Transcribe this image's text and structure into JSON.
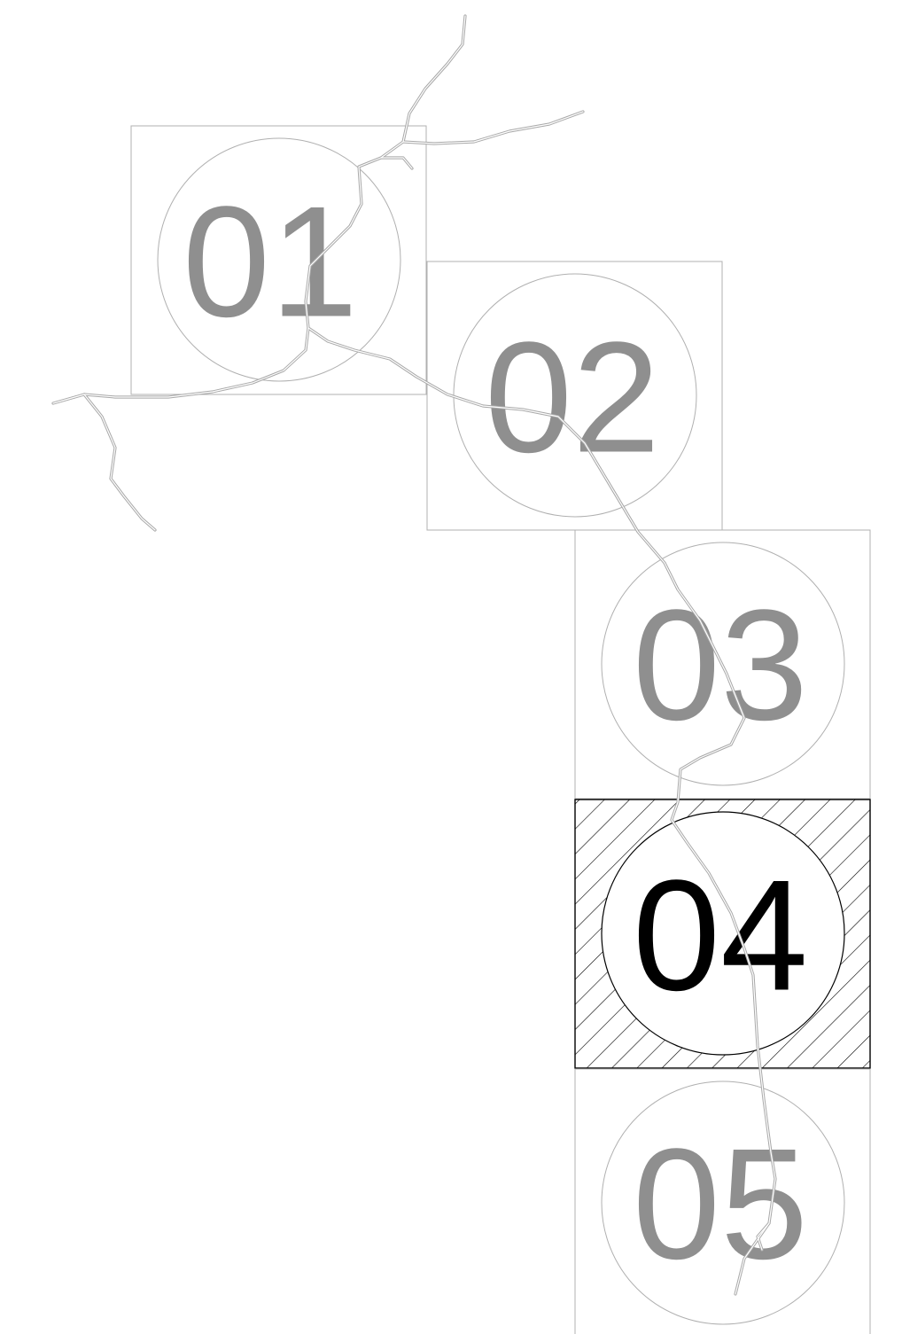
{
  "steps": [
    {
      "label": "01",
      "state": "inactive"
    },
    {
      "label": "02",
      "state": "inactive"
    },
    {
      "label": "03",
      "state": "inactive"
    },
    {
      "label": "04",
      "state": "active"
    },
    {
      "label": "05",
      "state": "inactive"
    }
  ],
  "colors": {
    "background": "#ffffff",
    "inactive_text": "#8f8f8f",
    "inactive_stroke": "#b0b0b0",
    "active_text": "#000000",
    "active_stroke": "#000000",
    "crack": "#a8a8a8"
  }
}
